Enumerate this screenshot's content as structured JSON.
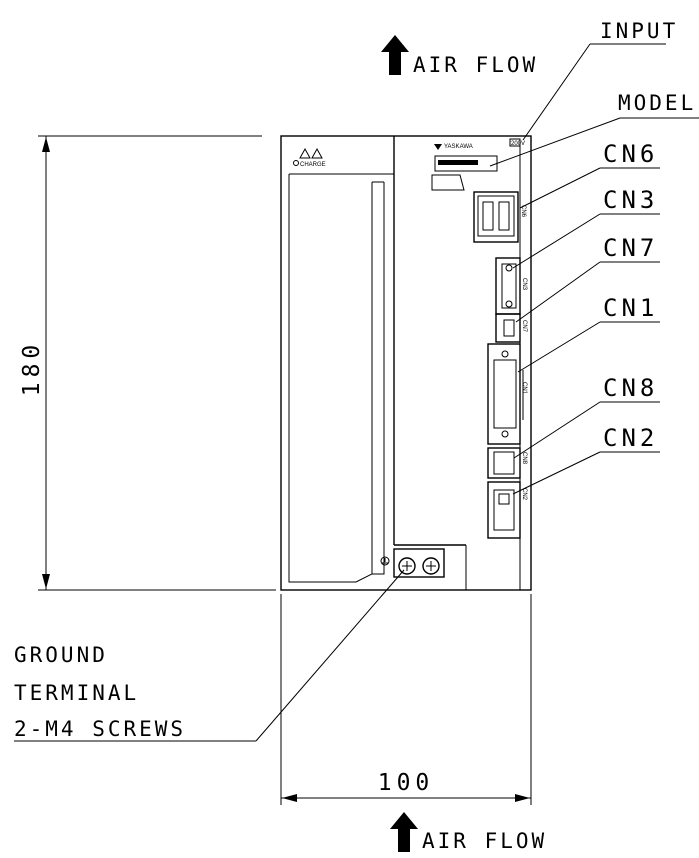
{
  "labels": {
    "air_flow_top": "AIR FLOW",
    "air_flow_bottom": "AIR FLOW",
    "input": "INPUT",
    "model": "MODEL",
    "cn6": "CN6",
    "cn3": "CN3",
    "cn7": "CN7",
    "cn1": "CN1",
    "cn8": "CN8",
    "cn2": "CN2",
    "ground_line1": "GROUND",
    "ground_line2": "TERMINAL",
    "ground_line3": "2-M4 SCREWS"
  },
  "dimensions": {
    "height": "180",
    "width": "100"
  },
  "panel_markings": {
    "charge": "CHARGE",
    "brand": "YASKAWA",
    "voltage": "200V",
    "cn6_tag": "CN6",
    "cn3_tag": "CN3",
    "cn7_tag": "CN7",
    "cn1_tag": "CN1",
    "cn8_tag": "CN8",
    "cn2_tag": "CN2"
  }
}
